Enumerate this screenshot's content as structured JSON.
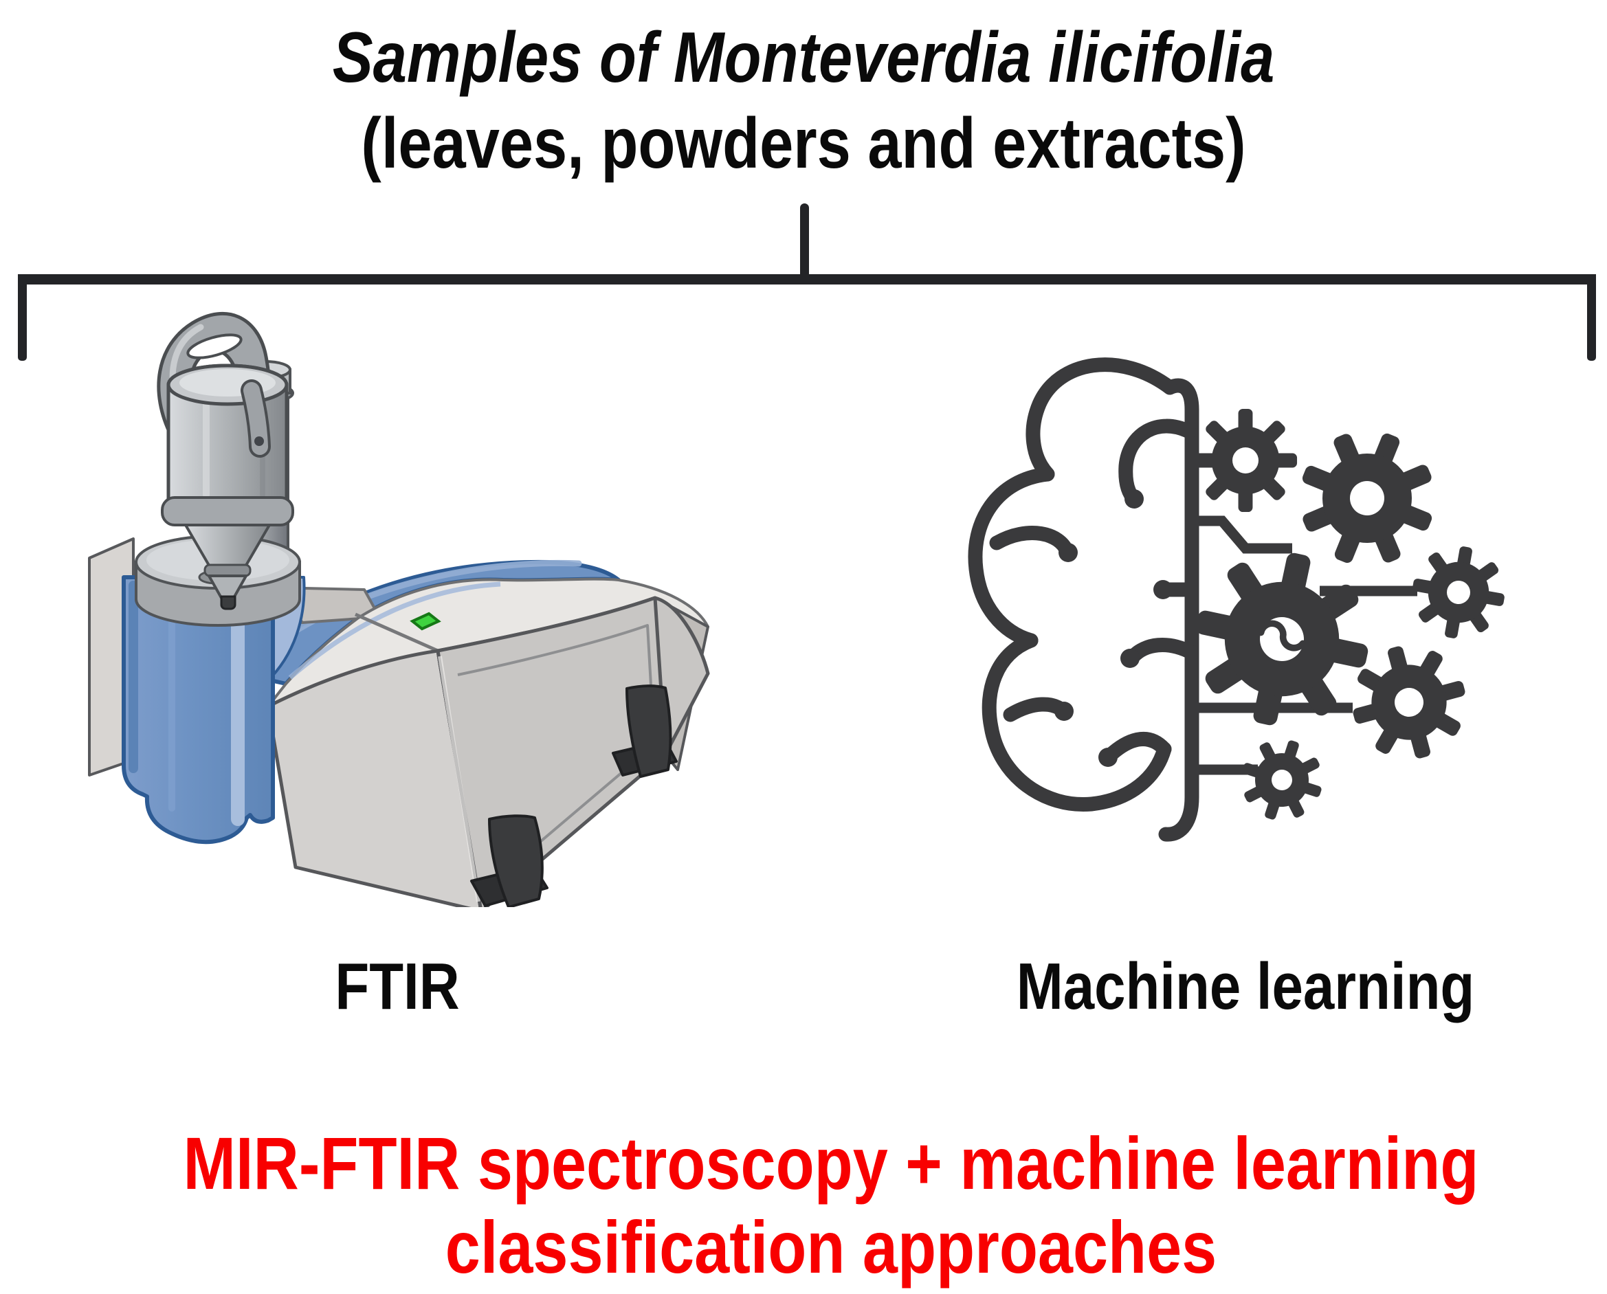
{
  "title": {
    "line1": "Samples of Monteverdia ilicifolia",
    "line2": "(leaves, powders and extracts)"
  },
  "branches": {
    "left": {
      "label": "FTIR",
      "icon": "ftir-spectrometer-illustration"
    },
    "right": {
      "label": "Machine learning",
      "icon": "brain-with-gears-icon"
    }
  },
  "conclusion": {
    "line1": "MIR-FTIR spectroscopy + machine learning",
    "line2": "classification approaches"
  },
  "colors": {
    "emphasis_red": "#f80000",
    "text_black": "#0a0a0a",
    "connector_black": "#232427",
    "instrument_blue": "#6d92c3",
    "instrument_blue_dark": "#2d5b94",
    "instrument_blue_light": "#a8bedd",
    "instrument_gray_light": "#e9e7e4",
    "instrument_gray_face": "#c8c6c4",
    "metal_gray": "#a2a6aa",
    "led_green": "#3fd33f",
    "ml_icon_gray": "#3a3a3c"
  }
}
